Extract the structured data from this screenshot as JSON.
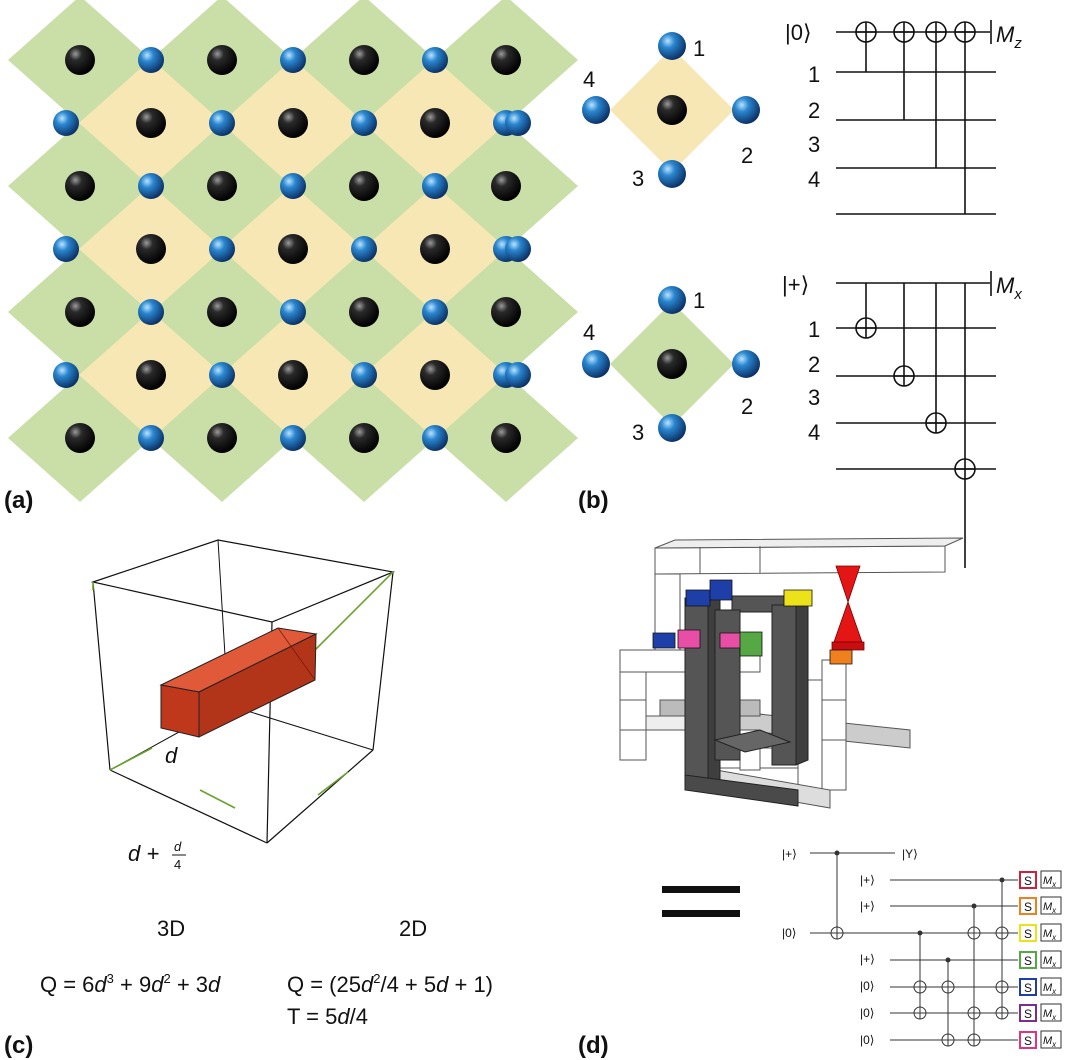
{
  "labels": {
    "panel_a": "(a)",
    "panel_b": "(b)",
    "panel_c": "(c)",
    "panel_d": "(d)"
  },
  "panel_b": {
    "top_site": [
      "1",
      "2",
      "3",
      "4"
    ],
    "bottom_site": [
      "1",
      "2",
      "3",
      "4"
    ],
    "z_circuit": {
      "ancilla": "|0⟩",
      "lines": [
        "1",
        "2",
        "3",
        "4"
      ],
      "measure_main": "M",
      "measure_sub": "z"
    },
    "x_circuit": {
      "ancilla": "|+⟩",
      "lines": [
        "1",
        "2",
        "3",
        "4"
      ],
      "measure_main": "M",
      "measure_sub": "x"
    }
  },
  "panel_c": {
    "d_label": "d",
    "d_plus_main": "d + ",
    "d_plus_num": "d",
    "d_plus_den": "4",
    "col_3d": "3D",
    "col_2d": "2D",
    "q3d_parts": [
      "Q = 6",
      "d",
      "3",
      " + 9",
      "d",
      "2",
      " + 3",
      "d"
    ],
    "q2d_parts": [
      "Q = (25",
      "d",
      "2",
      "/4 + 5",
      "d",
      " + 1)"
    ],
    "t2d_parts": [
      "T = 5",
      "d",
      "/4"
    ]
  },
  "panel_d": {
    "inputs": [
      "|+⟩",
      "|+⟩",
      "|+⟩",
      "|0⟩",
      "|+⟩",
      "|0⟩",
      "|0⟩",
      "|0⟩"
    ],
    "output_top": "|Y⟩",
    "s_label": "S",
    "m_main": "M",
    "m_sub": "x",
    "colors": [
      "#d0213a",
      "#f07f1e",
      "#ece21a",
      "#55a844",
      "#1f3fa8",
      "#7a2f8f",
      "#e2337f"
    ]
  },
  "colors": {
    "green_plaquette": "#c9dfa7",
    "yellow_plaquette": "#f7e7b4",
    "blue_qubit": "#1f6fb4",
    "black_qubit": "#141414",
    "red_block": "#c8381c"
  }
}
